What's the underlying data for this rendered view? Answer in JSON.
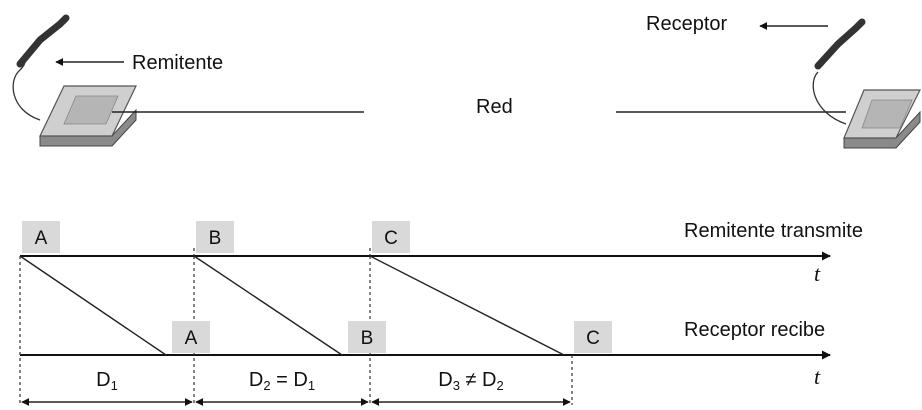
{
  "top": {
    "sender_label": "Remitente",
    "receiver_label": "Receptor",
    "network_label": "Red"
  },
  "timeline": {
    "sender_axis_label": "Remitente transmite",
    "receiver_axis_label": "Receptor recibe",
    "time_symbol": "t",
    "packets": [
      {
        "name": "A"
      },
      {
        "name": "B"
      },
      {
        "name": "C"
      }
    ],
    "delays": [
      {
        "main": "D",
        "sub": "1",
        "rel": "",
        "sub2": ""
      },
      {
        "main": "D",
        "sub": "2",
        "rel": " = D",
        "sub2": "1"
      },
      {
        "main": "D",
        "sub": "3",
        "rel": " ≠ D",
        "sub2": "2"
      }
    ]
  }
}
